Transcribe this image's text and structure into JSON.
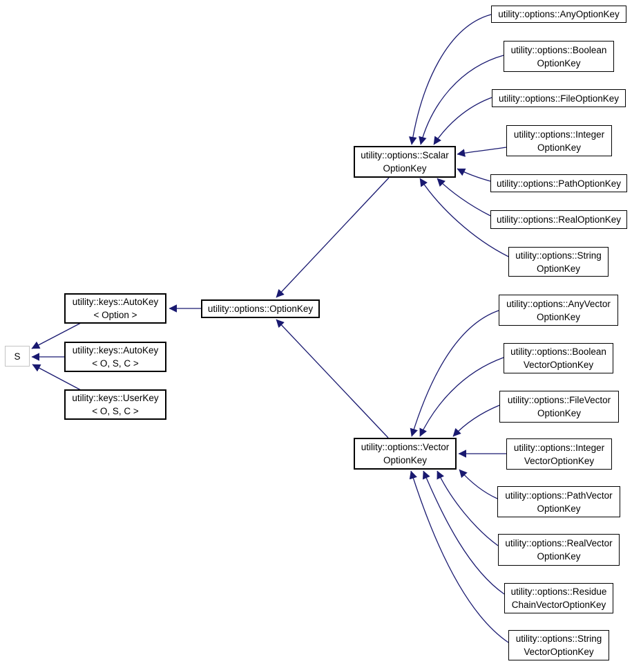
{
  "diagram": {
    "type": "class-inheritance-graph",
    "arrow_color": "#191970",
    "node_border_color": "#000000",
    "external_node_border_color": "#c4c4c4",
    "background_color": "#ffffff",
    "nodes": {
      "s": {
        "lines": [
          "S"
        ]
      },
      "autokey_option": {
        "lines": [
          "utility::keys::AutoKey",
          "< Option >"
        ]
      },
      "autokey_osc": {
        "lines": [
          "utility::keys::AutoKey",
          "< O, S, C >"
        ]
      },
      "userkey_osc": {
        "lines": [
          "utility::keys::UserKey",
          "< O, S, C >"
        ]
      },
      "optionkey": {
        "lines": [
          "utility::options::OptionKey"
        ]
      },
      "scalar": {
        "lines": [
          "utility::options::Scalar",
          "OptionKey"
        ]
      },
      "vector": {
        "lines": [
          "utility::options::Vector",
          "OptionKey"
        ]
      },
      "any": {
        "lines": [
          "utility::options::AnyOptionKey"
        ]
      },
      "boolean": {
        "lines": [
          "utility::options::Boolean",
          "OptionKey"
        ]
      },
      "file": {
        "lines": [
          "utility::options::FileOptionKey"
        ]
      },
      "integer": {
        "lines": [
          "utility::options::Integer",
          "OptionKey"
        ]
      },
      "path": {
        "lines": [
          "utility::options::PathOptionKey"
        ]
      },
      "real": {
        "lines": [
          "utility::options::RealOptionKey"
        ]
      },
      "string": {
        "lines": [
          "utility::options::String",
          "OptionKey"
        ]
      },
      "anyvector": {
        "lines": [
          "utility::options::AnyVector",
          "OptionKey"
        ]
      },
      "booleanvector": {
        "lines": [
          "utility::options::Boolean",
          "VectorOptionKey"
        ]
      },
      "filevector": {
        "lines": [
          "utility::options::FileVector",
          "OptionKey"
        ]
      },
      "integervector": {
        "lines": [
          "utility::options::Integer",
          "VectorOptionKey"
        ]
      },
      "pathvector": {
        "lines": [
          "utility::options::PathVector",
          "OptionKey"
        ]
      },
      "realvector": {
        "lines": [
          "utility::options::RealVector",
          "OptionKey"
        ]
      },
      "residuechainvector": {
        "lines": [
          "utility::options::Residue",
          "ChainVectorOptionKey"
        ]
      },
      "stringvector": {
        "lines": [
          "utility::options::String",
          "VectorOptionKey"
        ]
      }
    },
    "edges": [
      {
        "from": "autokey_option",
        "to": "s"
      },
      {
        "from": "autokey_osc",
        "to": "s"
      },
      {
        "from": "userkey_osc",
        "to": "s"
      },
      {
        "from": "optionkey",
        "to": "autokey_option"
      },
      {
        "from": "scalar",
        "to": "optionkey"
      },
      {
        "from": "vector",
        "to": "optionkey"
      },
      {
        "from": "any",
        "to": "scalar"
      },
      {
        "from": "boolean",
        "to": "scalar"
      },
      {
        "from": "file",
        "to": "scalar"
      },
      {
        "from": "integer",
        "to": "scalar"
      },
      {
        "from": "path",
        "to": "scalar"
      },
      {
        "from": "real",
        "to": "scalar"
      },
      {
        "from": "string",
        "to": "scalar"
      },
      {
        "from": "anyvector",
        "to": "vector"
      },
      {
        "from": "booleanvector",
        "to": "vector"
      },
      {
        "from": "filevector",
        "to": "vector"
      },
      {
        "from": "integervector",
        "to": "vector"
      },
      {
        "from": "pathvector",
        "to": "vector"
      },
      {
        "from": "realvector",
        "to": "vector"
      },
      {
        "from": "residuechainvector",
        "to": "vector"
      },
      {
        "from": "stringvector",
        "to": "vector"
      }
    ]
  }
}
